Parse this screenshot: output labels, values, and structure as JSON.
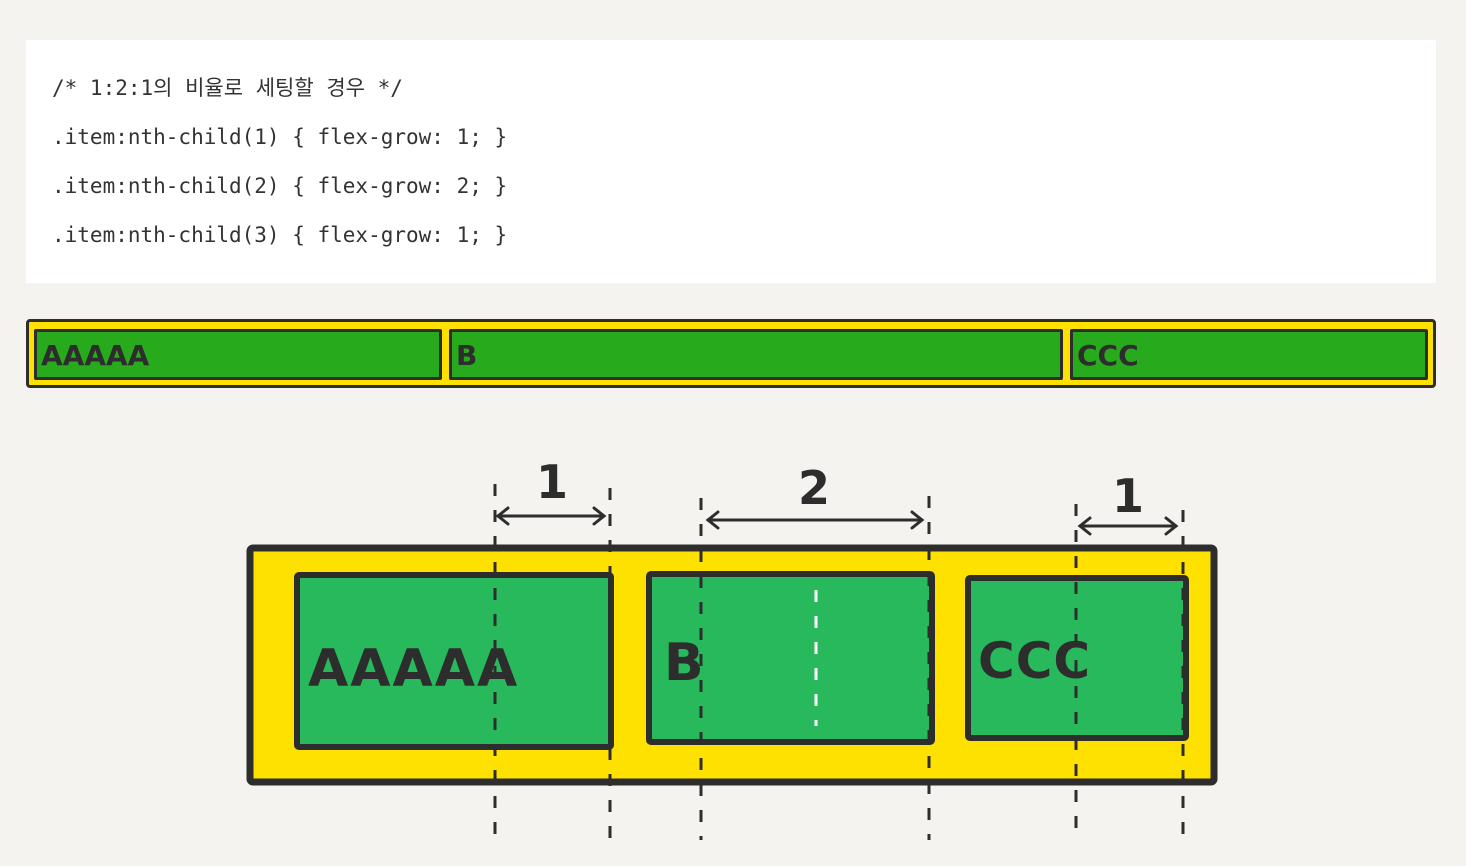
{
  "code": {
    "lines": [
      "/* 1:2:1의 비율로 세팅할 경우 */",
      ".item:nth-child(1) { flex-grow: 1; }",
      ".item:nth-child(2) { flex-grow: 2; }",
      ".item:nth-child(3) { flex-grow: 1; }"
    ]
  },
  "demo": {
    "items": [
      "AAAAA",
      "B",
      "CCC"
    ]
  },
  "illustration": {
    "ratios": [
      "1",
      "2",
      "1"
    ],
    "items": [
      "AAAAA",
      "B",
      "CCC"
    ]
  },
  "colors": {
    "container": "#ffe100",
    "item": "#27ab1d",
    "item_sketch": "#27b95c",
    "outline": "#2d2d2d",
    "code_bg": "#ffffff",
    "page_bg": "#f4f3f0"
  }
}
